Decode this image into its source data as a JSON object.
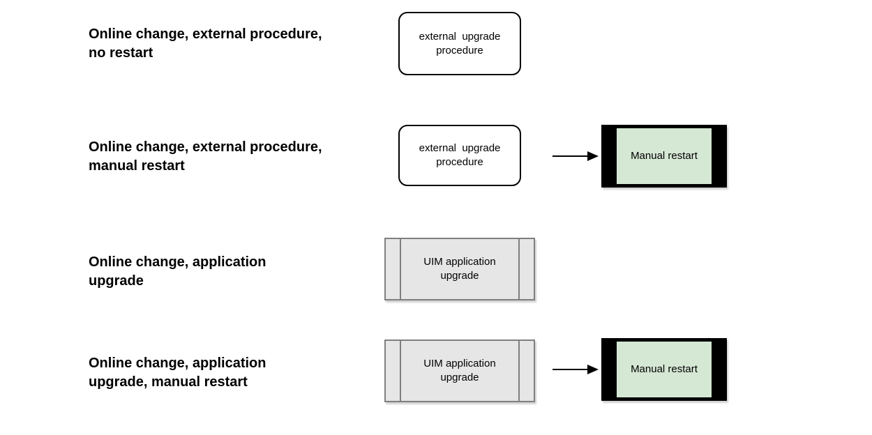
{
  "colors": {
    "background": "#ffffff",
    "black": "#000000",
    "green_fill": "#d5e8d4",
    "gray_fill": "#e6e6e6",
    "gray_border": "#7f7f7f"
  },
  "rows": [
    {
      "label": "Online change, external procedure,\nno restart",
      "process": {
        "shape": "rounded-rect",
        "text": "external  upgrade\nprocedure"
      }
    },
    {
      "label": "Online change, external procedure,\nmanual restart",
      "process": {
        "shape": "rounded-rect",
        "text": "external  upgrade\nprocedure"
      },
      "arrow": "right-arrow",
      "result": {
        "shape": "black-framed-green-rect",
        "text": "Manual restart"
      }
    },
    {
      "label": "Online change, application\nupgrade",
      "process": {
        "shape": "subprocess-rect",
        "text": "UIM application\nupgrade"
      }
    },
    {
      "label": "Online change, application\nupgrade, manual restart",
      "process": {
        "shape": "subprocess-rect",
        "text": "UIM application\nupgrade"
      },
      "arrow": "right-arrow",
      "result": {
        "shape": "black-framed-green-rect",
        "text": "Manual restart"
      }
    }
  ]
}
